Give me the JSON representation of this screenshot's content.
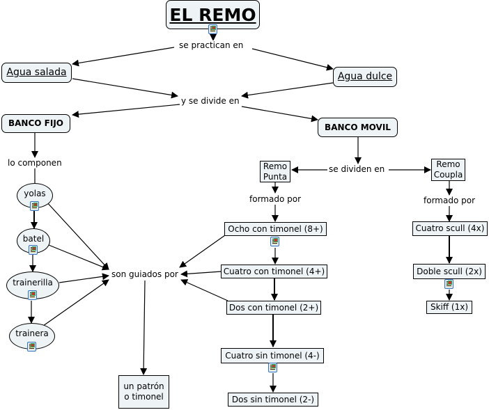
{
  "title": "EL REMO",
  "nodes": {
    "agua_salada": "Agua salada",
    "agua_dulce": "Agua dulce",
    "banco_fijo": "BANCO FIJO",
    "banco_movil": "BANCO MOVIL",
    "yolas": "yolas",
    "batel": "batel",
    "trainerilla": "trainerilla",
    "trainera": "trainera",
    "patron": "un patrón o timonel",
    "remo_punta": "Remo Punta",
    "remo_coupla": "Remo Coupla",
    "ocho": "Ocho con timonel (8+)",
    "cuatro_con": "Cuatro con timonel (4+)",
    "dos_con": "Dos con timonel (2+)",
    "cuatro_sin": "Cuatro sin timonel (4-)",
    "dos_sin": "Dos sin timonel (2-)",
    "cuatro_scull": "Cuatro scull (4x)",
    "doble_scull": "Doble scull (2x)",
    "skiff": "Skiff (1x)"
  },
  "links": {
    "se_practican_en": "se practican en",
    "y_se_divide_en": "y se divide en",
    "lo_componen": "lo componen",
    "son_guiados_por": "son guiados por",
    "se_dividen_en": "se dividen en",
    "formado_por_punta": "formado por",
    "formado_por_coupla": "formado por"
  },
  "icons": {
    "resource": "document-image-icon"
  },
  "colors": {
    "node_fill": "#eef3f6",
    "stroke": "#000000",
    "resource_border": "#3a74b8"
  }
}
